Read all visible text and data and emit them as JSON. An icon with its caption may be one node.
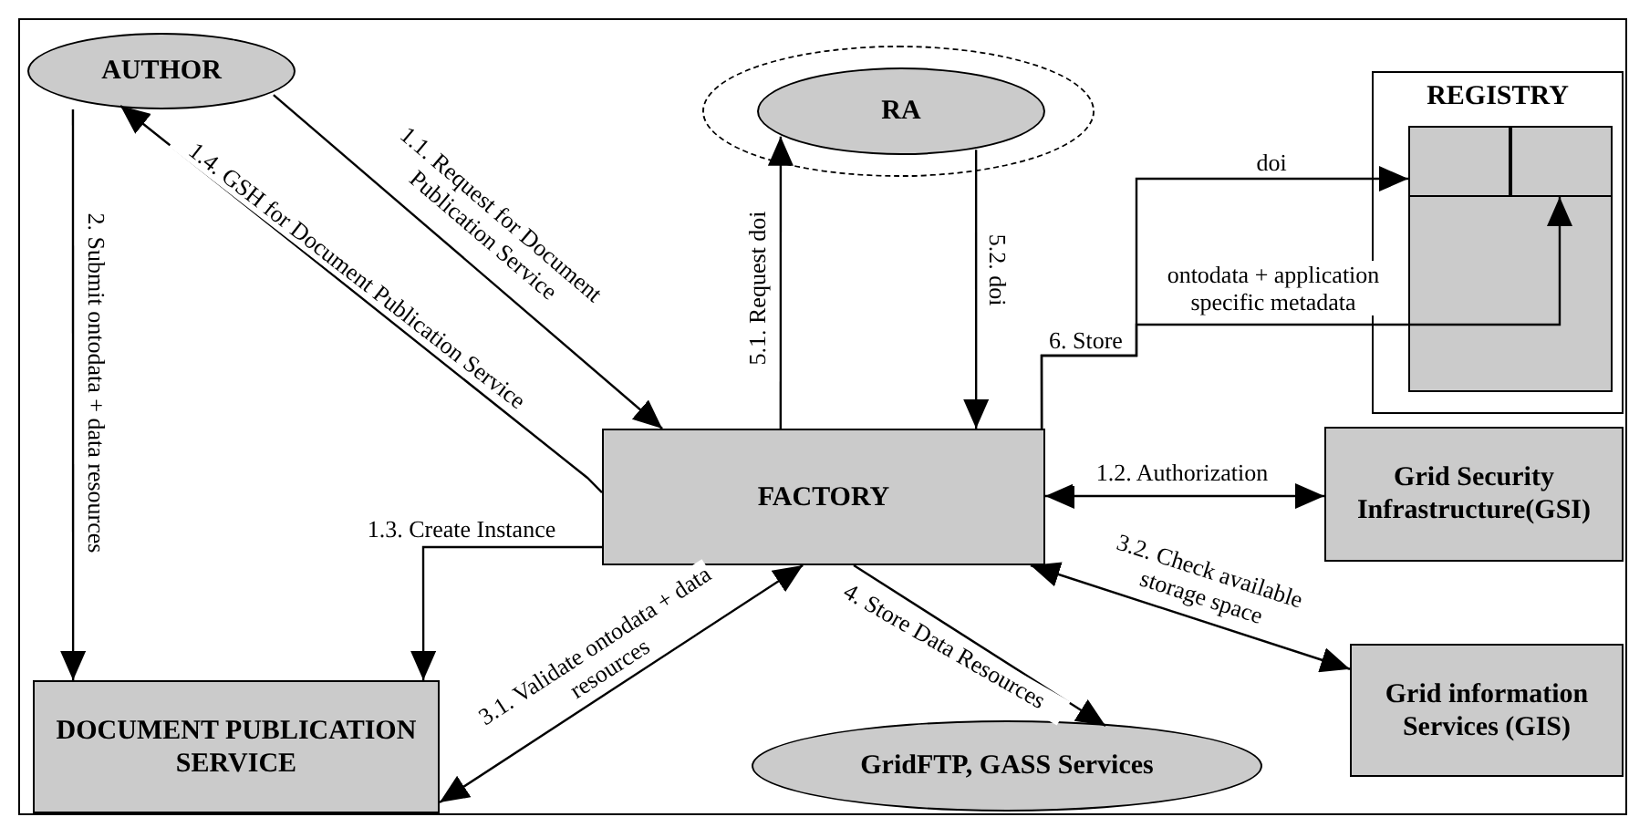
{
  "diagram": {
    "nodes": [
      {
        "text": [
          "AUTHOR"
        ]
      },
      {
        "text": [],
        "shape": "circle"
      },
      {
        "text": [
          "RA"
        ],
        "in": 1
      },
      {
        "text": [
          "REGISTRY"
        ]
      },
      {
        "text": [],
        "shape": "box",
        "in": 3
      },
      {
        "text": [],
        "shape": "box",
        "in": 4
      },
      {
        "text": [],
        "shape": "box",
        "in": 4
      },
      {
        "text": [
          "FACTORY"
        ]
      },
      {
        "text": [
          "Grid Security Infrastructure(GSI)"
        ]
      },
      {
        "text": [
          "Grid information Services (GIS)"
        ]
      },
      {
        "text": [
          "DOCUMENT PUBLICATION SERVICE"
        ]
      },
      {
        "text": [
          "GridFTP, GASS Services"
        ]
      }
    ],
    "edges": [
      {
        "from": 0,
        "to": 7,
        "arrow": "to",
        "label": "1.1. Request for Document Publication Service"
      },
      {
        "from": 7,
        "to": 0,
        "arrow": "to",
        "label": "1.4. GSH for Document Publication Service"
      },
      {
        "from": 0,
        "to": 10,
        "arrow": "to",
        "label": "2. Submit ontodata + data resources"
      },
      {
        "from": 7,
        "to": 10,
        "arrow": "to",
        "label": "1.3. Create Instance"
      },
      {
        "from": 7,
        "to": 8,
        "arrow": "both",
        "label": "1.2. Authorization"
      },
      {
        "from": 7,
        "to": 2,
        "arrow": "to",
        "label": "5.1.  Request doi"
      },
      {
        "from": 2,
        "to": 7,
        "arrow": "to",
        "label": "5.2. doi"
      },
      {
        "from": 7,
        "to": 5,
        "arrow": "to",
        "label": "doi"
      },
      {
        "from": 7,
        "to": 6,
        "arrow": "to",
        "label": "ontodata + application specific metadata"
      },
      {
        "from": 7,
        "to": 10,
        "arrow": "both",
        "label": "3.1. Validate ontodata + data resources"
      },
      {
        "from": 7,
        "to": 11,
        "arrow": "to",
        "label": "4. Store Data Resources"
      },
      {
        "from": 7,
        "to": 9,
        "arrow": "both",
        "label": "3.2. Check available storage space"
      }
    ],
    "labels": [
      "6. Store"
    ]
  }
}
